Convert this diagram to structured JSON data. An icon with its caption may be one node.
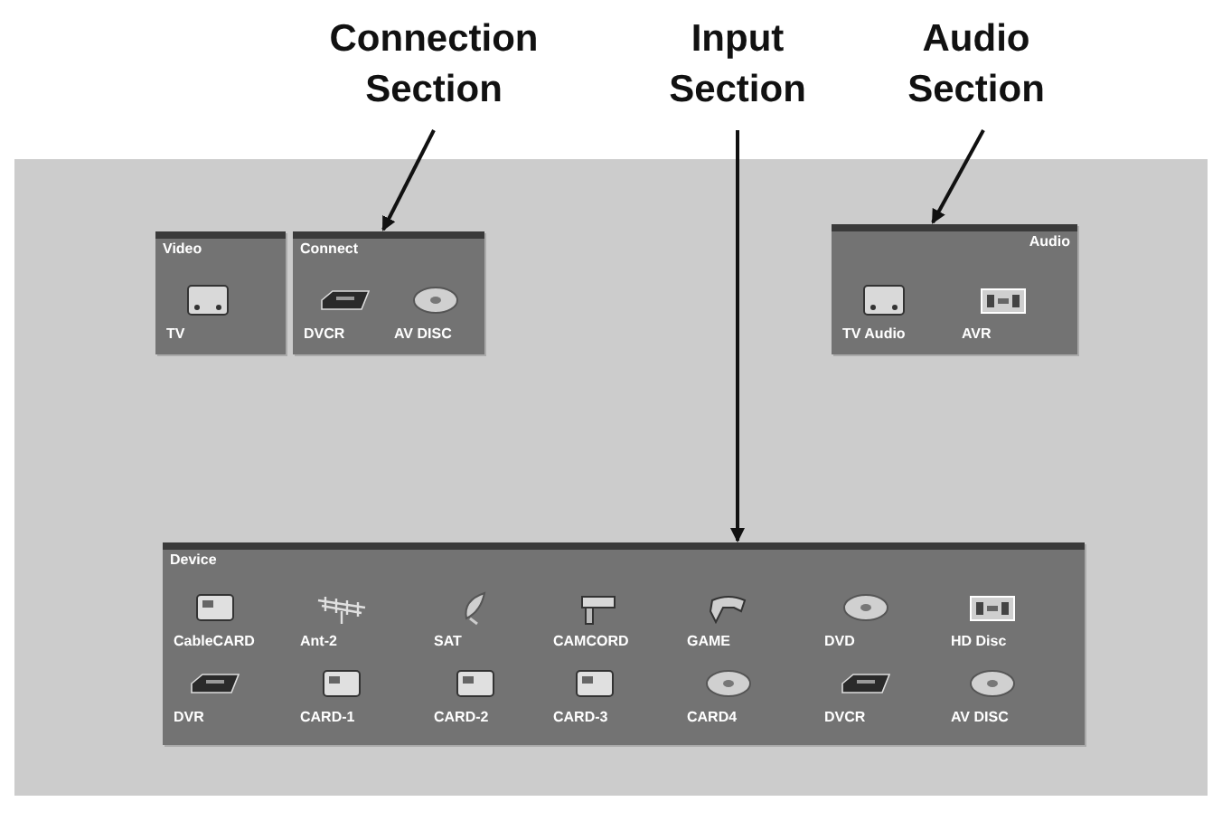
{
  "diagram": {
    "nodes": [
      {
        "text": [
          "Connection Section"
        ]
      },
      {
        "text": [
          "Input Section"
        ]
      },
      {
        "text": [
          "Audio Section"
        ]
      },
      {
        "text": [
          "Video"
        ]
      },
      {
        "text": [
          "Connect"
        ]
      },
      {
        "text": [
          "Audio"
        ]
      },
      {
        "text": [
          "Device"
        ]
      }
    ],
    "edges": [
      {
        "from": 0,
        "to": 4,
        "arrow": "to"
      },
      {
        "from": 1,
        "to": 6,
        "arrow": "to"
      },
      {
        "from": 2,
        "to": 5,
        "arrow": "to"
      }
    ],
    "labels": [
      "TV",
      "DVCR",
      "AV DISC",
      "TV Audio",
      "AVR",
      "CableCARD",
      "Ant-2",
      "SAT",
      "CAMCORD",
      "GAME",
      "DVD",
      "HD Disc",
      "DVR",
      "CARD-1",
      "CARD-2",
      "CARD-3",
      "CARD4",
      "DVCR",
      "AV DISC"
    ]
  }
}
